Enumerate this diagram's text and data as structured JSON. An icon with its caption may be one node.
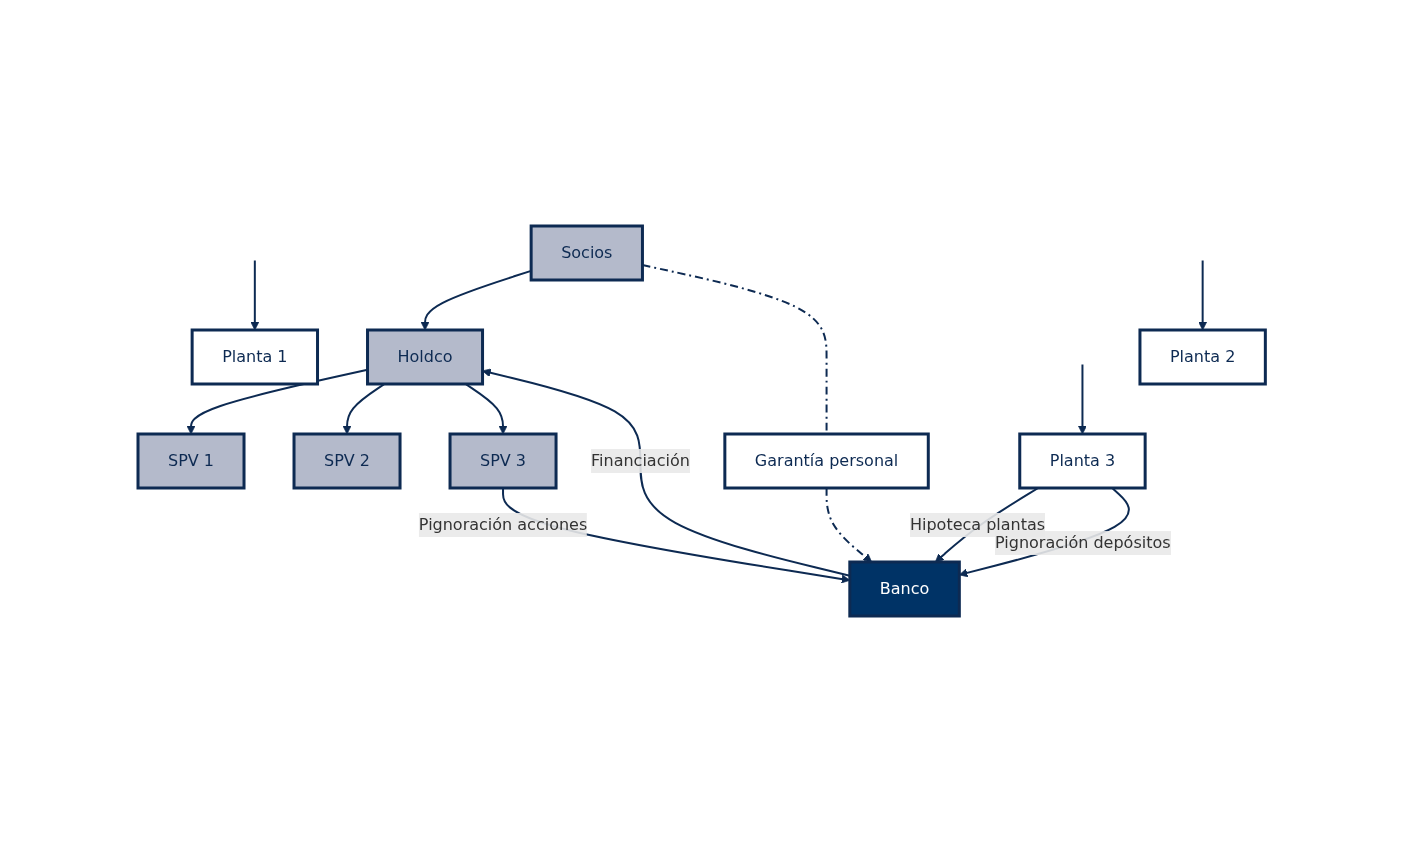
{
  "diagram": {
    "nodes": [
      {
        "text": [
          "Socios"
        ]
      },
      {
        "text": [
          "Garantía personal"
        ]
      },
      {
        "text": [
          "Holdco"
        ]
      },
      {
        "text": [
          "Banco"
        ]
      },
      {
        "text": [
          "SPV 1"
        ]
      },
      {
        "text": [
          "SPV 2"
        ]
      },
      {
        "text": [
          "SPV 3"
        ]
      },
      {
        "text": [
          "Planta 1"
        ]
      },
      {
        "text": [
          "Planta 2"
        ]
      },
      {
        "text": [
          "Planta 3"
        ]
      }
    ],
    "edges": [
      {
        "from": 0,
        "to": 2,
        "arrow": "to"
      },
      {
        "from": 0,
        "to": 1,
        "arrow": "none",
        "style": "dashed"
      },
      {
        "from": 1,
        "to": 3,
        "arrow": "to",
        "style": "dashed"
      },
      {
        "from": 3,
        "to": 2,
        "arrow": "to",
        "label": "Financiación"
      },
      {
        "from": 2,
        "to": 4,
        "arrow": "to"
      },
      {
        "from": 2,
        "to": 5,
        "arrow": "to"
      },
      {
        "from": 2,
        "to": 6,
        "arrow": "to"
      },
      {
        "from": null,
        "to": 7,
        "arrow": "to"
      },
      {
        "from": null,
        "to": 8,
        "arrow": "to"
      },
      {
        "from": null,
        "to": 9,
        "arrow": "to"
      },
      {
        "from": 6,
        "to": 3,
        "arrow": "to",
        "label": "Pignoración acciones"
      },
      {
        "from": 9,
        "to": 3,
        "arrow": "to",
        "label": "Hipoteca plantas"
      },
      {
        "from": 9,
        "to": 3,
        "arrow": "to",
        "label": "Pignoración depósitos"
      }
    ]
  }
}
